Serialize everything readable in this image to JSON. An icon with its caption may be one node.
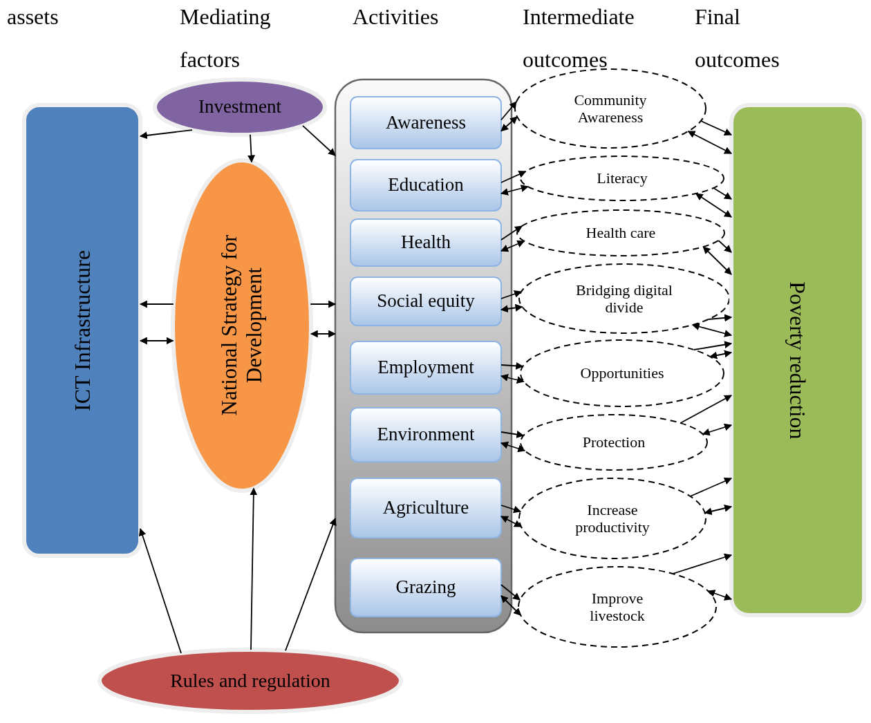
{
  "diagram": {
    "nodes": [
      {
        "text": [
          "ICT Infrastructure"
        ]
      },
      {
        "text": [
          "Investment"
        ]
      },
      {
        "text": [
          "National Strategy for Development"
        ]
      },
      {
        "text": [],
        "shape": "box"
      },
      {
        "text": [
          "Awareness"
        ],
        "in": 3
      },
      {
        "text": [
          "Education"
        ],
        "in": 3
      },
      {
        "text": [
          "Health"
        ],
        "in": 3
      },
      {
        "text": [
          "Social equity"
        ],
        "in": 3
      },
      {
        "text": [
          "Employment"
        ],
        "in": 3
      },
      {
        "text": [
          "Environment"
        ],
        "in": 3
      },
      {
        "text": [
          "Agriculture"
        ],
        "in": 3
      },
      {
        "text": [
          "Grazing"
        ],
        "in": 3
      },
      {
        "text": [
          "Community Awareness"
        ]
      },
      {
        "text": [
          "Literacy"
        ]
      },
      {
        "text": [
          "Health care"
        ]
      },
      {
        "text": [
          "Bridging digital divide"
        ]
      },
      {
        "text": [
          "Opportunities"
        ]
      },
      {
        "text": [
          "Protection"
        ]
      },
      {
        "text": [
          "Increase productivity"
        ]
      },
      {
        "text": [
          "Improve livestock"
        ]
      },
      {
        "text": [
          "Poverty reduction"
        ]
      },
      {
        "text": [
          "Rules and regulation"
        ]
      }
    ],
    "edges": [
      {
        "from": 1,
        "to": 0,
        "arrow": "to"
      },
      {
        "from": 1,
        "to": 2,
        "arrow": "to"
      },
      {
        "from": 1,
        "to": 3,
        "arrow": "to"
      },
      {
        "from": 2,
        "to": 0,
        "arrow": "to"
      },
      {
        "from": 0,
        "to": 2,
        "arrow": "both"
      },
      {
        "from": 2,
        "to": 3,
        "arrow": "to"
      },
      {
        "from": 2,
        "to": 3,
        "arrow": "both"
      },
      {
        "from": 21,
        "to": 0,
        "arrow": "to"
      },
      {
        "from": 21,
        "to": 2,
        "arrow": "to"
      },
      {
        "from": 21,
        "to": 3,
        "arrow": "to"
      },
      {
        "from": 4,
        "to": 12,
        "arrow": "to"
      },
      {
        "from": 4,
        "to": 12,
        "arrow": "both"
      },
      {
        "from": 5,
        "to": 13,
        "arrow": "to"
      },
      {
        "from": 5,
        "to": 13,
        "arrow": "both"
      },
      {
        "from": 6,
        "to": 14,
        "arrow": "to"
      },
      {
        "from": 6,
        "to": 14,
        "arrow": "both"
      },
      {
        "from": 7,
        "to": 15,
        "arrow": "to"
      },
      {
        "from": 7,
        "to": 15,
        "arrow": "both"
      },
      {
        "from": 8,
        "to": 16,
        "arrow": "to"
      },
      {
        "from": 8,
        "to": 16,
        "arrow": "both"
      },
      {
        "from": 9,
        "to": 17,
        "arrow": "to"
      },
      {
        "from": 9,
        "to": 17,
        "arrow": "both"
      },
      {
        "from": 10,
        "to": 18,
        "arrow": "to"
      },
      {
        "from": 10,
        "to": 18,
        "arrow": "both"
      },
      {
        "from": 11,
        "to": 19,
        "arrow": "to"
      },
      {
        "from": 11,
        "to": 19,
        "arrow": "both"
      },
      {
        "from": 12,
        "to": 20,
        "arrow": "to"
      },
      {
        "from": 12,
        "to": 20,
        "arrow": "both"
      },
      {
        "from": 13,
        "to": 20,
        "arrow": "to"
      },
      {
        "from": 13,
        "to": 20,
        "arrow": "both"
      },
      {
        "from": 14,
        "to": 20,
        "arrow": "to"
      },
      {
        "from": 14,
        "to": 20,
        "arrow": "both"
      },
      {
        "from": 15,
        "to": 20,
        "arrow": "to"
      },
      {
        "from": 15,
        "to": 20,
        "arrow": "both"
      },
      {
        "from": 16,
        "to": 20,
        "arrow": "to"
      },
      {
        "from": 16,
        "to": 20,
        "arrow": "both"
      },
      {
        "from": 17,
        "to": 20,
        "arrow": "to"
      },
      {
        "from": 17,
        "to": 20,
        "arrow": "both"
      },
      {
        "from": 18,
        "to": 20,
        "arrow": "to"
      },
      {
        "from": 18,
        "to": 20,
        "arrow": "both"
      },
      {
        "from": 19,
        "to": 20,
        "arrow": "to"
      },
      {
        "from": 19,
        "to": 20,
        "arrow": "both"
      }
    ],
    "labels": [
      "assets",
      "Mediating factors",
      "Activities",
      "Intermediate outcomes",
      "Final outcomes"
    ]
  }
}
